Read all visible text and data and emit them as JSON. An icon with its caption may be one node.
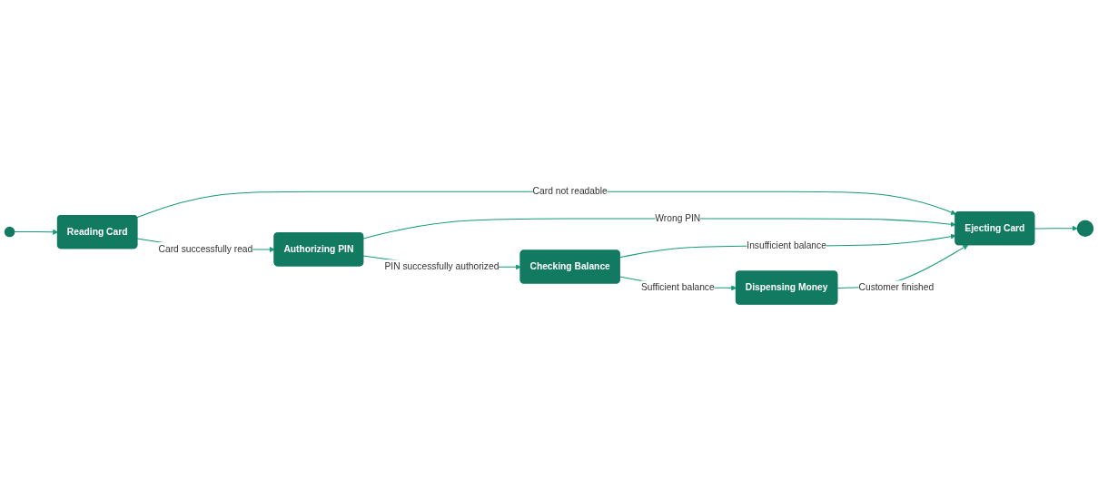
{
  "diagram": {
    "nodes": [
      {
        "text": [],
        "shape": "circle"
      },
      {
        "text": [
          "Reading Card"
        ]
      },
      {
        "text": [
          "Authorizing PIN"
        ]
      },
      {
        "text": [
          "Checking Balance"
        ]
      },
      {
        "text": [
          "Dispensing Money"
        ]
      },
      {
        "text": [
          "Ejecting Card"
        ]
      },
      {
        "text": [],
        "shape": "circle"
      }
    ],
    "edges": [
      {
        "from": 0,
        "to": 1,
        "arrow": "to"
      },
      {
        "from": 1,
        "to": 2,
        "arrow": "to",
        "label": "Card successfully read"
      },
      {
        "from": 2,
        "to": 3,
        "arrow": "to",
        "label": "PIN successfully authorized"
      },
      {
        "from": 3,
        "to": 4,
        "arrow": "to",
        "label": "Sufficient balance"
      },
      {
        "from": 1,
        "to": 5,
        "arrow": "to",
        "label": "Card not readable"
      },
      {
        "from": 2,
        "to": 5,
        "arrow": "to",
        "label": "Wrong PIN"
      },
      {
        "from": 3,
        "to": 5,
        "arrow": "to",
        "label": "Insufficient balance"
      },
      {
        "from": 4,
        "to": 5,
        "arrow": "to",
        "label": "Customer finished"
      },
      {
        "from": 5,
        "to": 6,
        "arrow": "to"
      }
    ]
  }
}
